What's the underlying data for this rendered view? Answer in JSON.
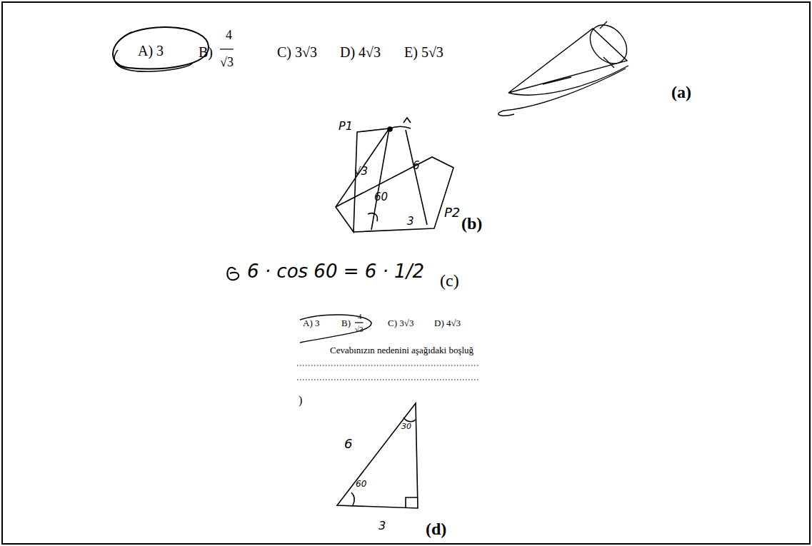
{
  "diagram": {
    "labels": [
      "A) 3",
      "B)",
      "4",
      "√3",
      "C) 3√3",
      "D) 4√3",
      "E) 5√3",
      "(a)",
      "P1",
      "√3",
      "60",
      "6",
      "3",
      "P2",
      "(b)",
      "6 · cos 60 = 6 · 1/2",
      "(c)",
      "A) 3",
      "B)",
      "4",
      "√3",
      "C) 3√3",
      "D) 4√3",
      "Cevabınızın nedenini aşağıdaki boşluğ",
      ")",
      "6",
      "30",
      "60",
      "3",
      "(d)"
    ]
  }
}
